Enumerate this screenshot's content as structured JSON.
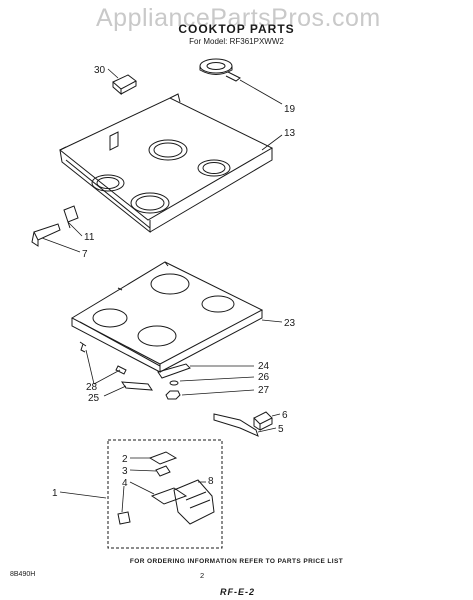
{
  "watermark": "AppliancePartsPros.com",
  "title": "COOKTOP PARTS",
  "subtitle": "For Model: RF361PXWW2",
  "footer_note": "FOR ORDERING INFORMATION REFER TO PARTS PRICE LIST",
  "diagram_code": "8B490H",
  "page_number": "2",
  "handwritten_mark": "RF-E-2",
  "callouts": {
    "c30": "30",
    "c19": "19",
    "c13": "13",
    "c11": "11",
    "c7": "7",
    "c23": "23",
    "c24": "24",
    "c26": "26",
    "c27": "27",
    "c28": "28",
    "c25": "25",
    "c6": "6",
    "c5": "5",
    "c1": "1",
    "c2": "2",
    "c3": "3",
    "c4": "4",
    "c8": "8"
  }
}
